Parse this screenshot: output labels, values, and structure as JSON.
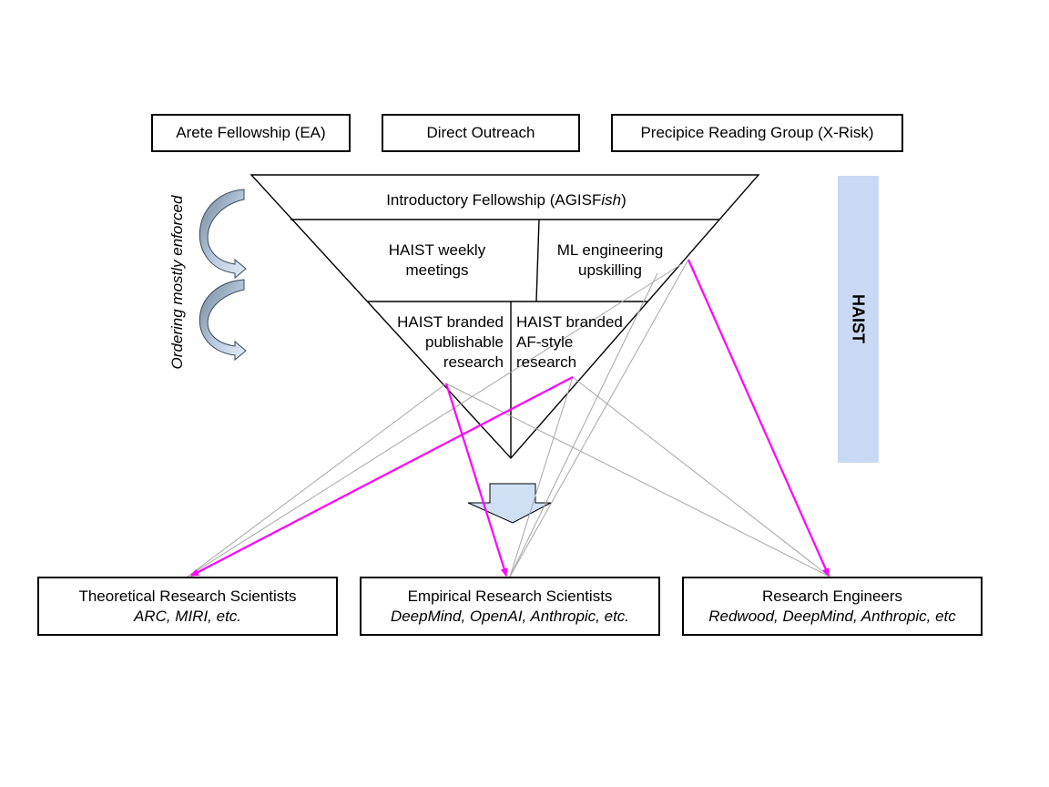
{
  "top_sources": [
    {
      "label": "Arete Fellowship (EA)"
    },
    {
      "label": "Direct Outreach"
    },
    {
      "label": "Precipice Reading Group (X-Risk)"
    }
  ],
  "funnel": {
    "intro_prefix": "Introductory Fellowship (AGISF",
    "intro_italic": "ish",
    "intro_suffix": ")",
    "weekly_line1": "HAIST weekly",
    "weekly_line2": "meetings",
    "ml_line1": "ML engineering",
    "ml_line2": "upskilling",
    "pub_line1": "HAIST branded",
    "pub_line2": "publishable",
    "pub_line3": "research",
    "af_line1": "HAIST branded",
    "af_line2": "AF-style",
    "af_line3": "research"
  },
  "side": {
    "haist_label": "HAIST",
    "ordering_label": "Ordering mostly enforced"
  },
  "outcomes": [
    {
      "title": "Theoretical Research Scientists",
      "orgs": "ARC, MIRI, etc."
    },
    {
      "title": "Empirical Research Scientists",
      "orgs": "DeepMind, OpenAI, Anthropic, etc."
    },
    {
      "title": "Research Engineers",
      "orgs": "Redwood, DeepMind, Anthropic, etc"
    }
  ],
  "colors": {
    "strong_link": "#ff00ff",
    "weak_link": "#a6a6a6",
    "haist_bar": "#c9d9f3",
    "arrow_fill": "#cfe0f5"
  }
}
